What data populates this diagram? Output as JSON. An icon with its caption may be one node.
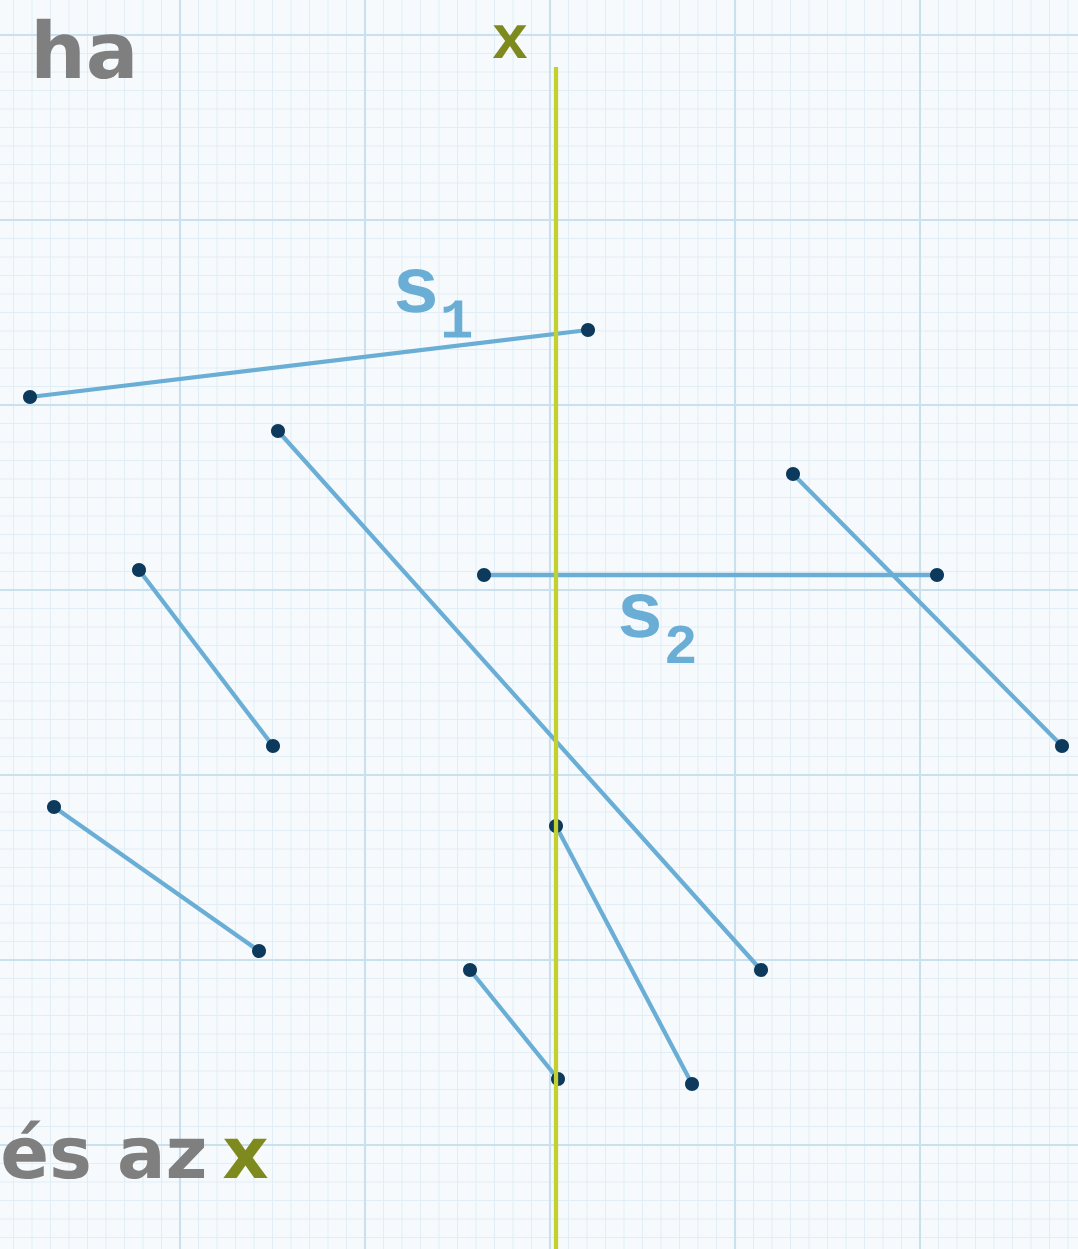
{
  "diagram": {
    "labels": [
      "ha",
      "x",
      "s$_{1}$",
      "s$_{2}$",
      "és az",
      "x"
    ]
  }
}
